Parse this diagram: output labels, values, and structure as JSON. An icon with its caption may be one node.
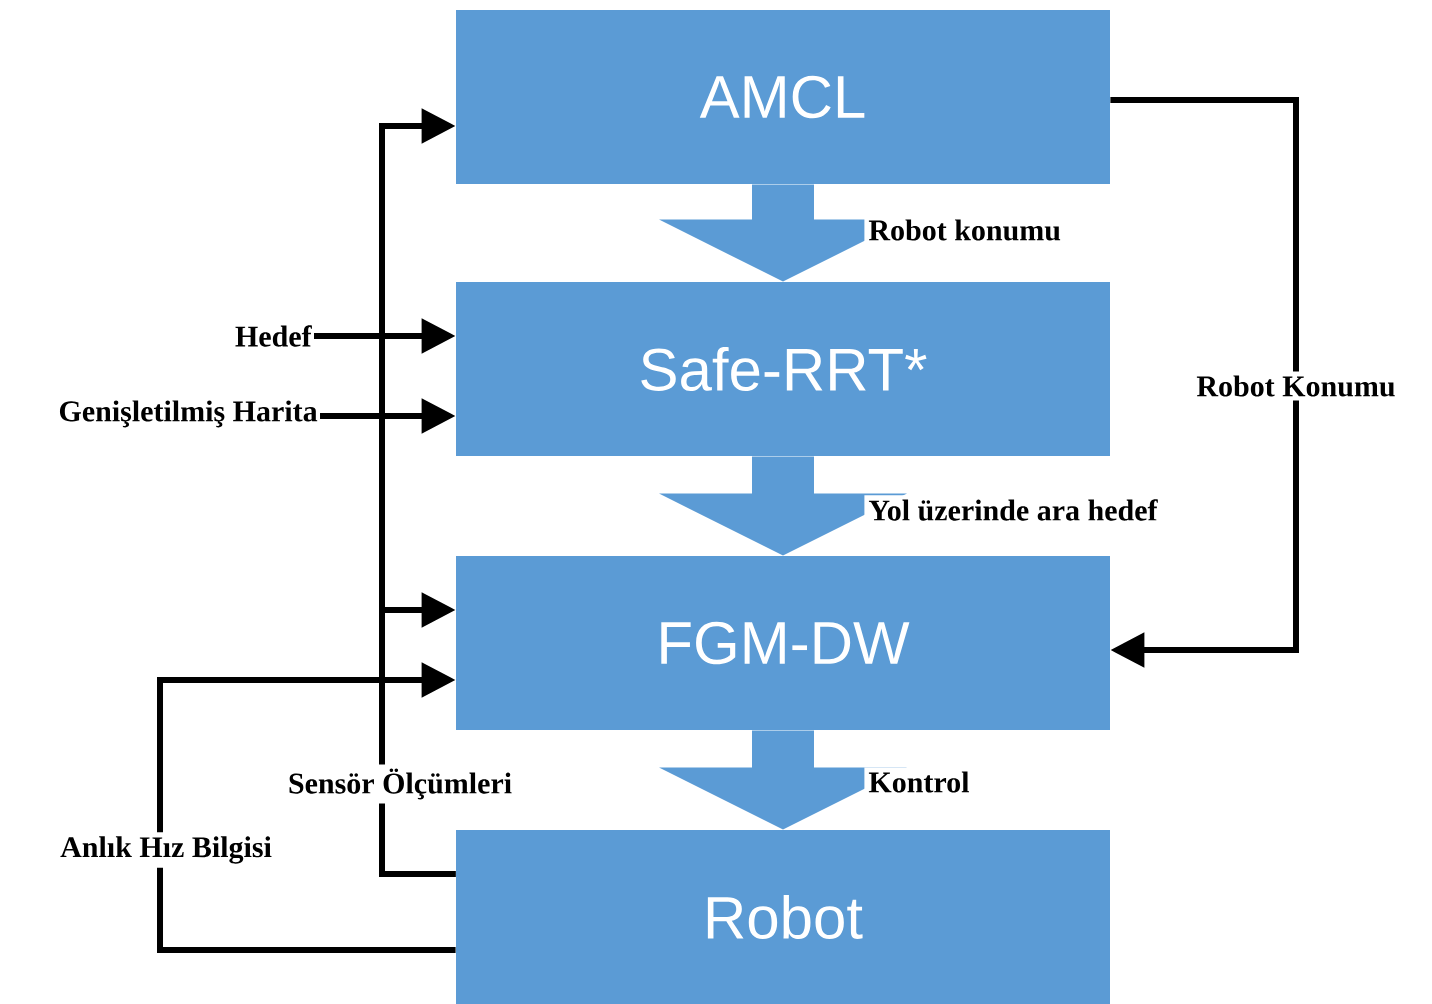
{
  "diagram": {
    "nodes": [
      {
        "text": [
          "AMCL"
        ]
      },
      {
        "text": [
          "Safe-RRT*"
        ]
      },
      {
        "text": [
          "FGM-DW"
        ]
      },
      {
        "text": [
          "Robot"
        ]
      },
      {
        "text": [
          "Hedef"
        ]
      },
      {
        "text": [
          "Genişletilmiş Harita"
        ]
      }
    ],
    "edges": [
      {
        "from": 0,
        "to": 1,
        "arrow": "to",
        "label": "Robot konumu",
        "style": "thick",
        "color": "#5b9bd5"
      },
      {
        "from": 1,
        "to": 2,
        "arrow": "to",
        "label": "Yol üzerinde ara hedef",
        "style": "thick",
        "color": "#5b9bd5"
      },
      {
        "from": 2,
        "to": 3,
        "arrow": "to",
        "label": "Kontrol",
        "style": "thick",
        "color": "#5b9bd5"
      },
      {
        "from": 0,
        "to": 2,
        "arrow": "to",
        "label": "Robot Konumu"
      },
      {
        "from": 3,
        "to": 0,
        "arrow": "to",
        "label": "Sensör Ölçümleri"
      },
      {
        "from": 3,
        "to": 2,
        "arrow": "to"
      },
      {
        "from": 4,
        "to": 1,
        "arrow": "to"
      },
      {
        "from": 5,
        "to": 1,
        "arrow": "to"
      },
      {
        "from": 3,
        "to": 2,
        "arrow": "to",
        "label": "Anlık Hız Bilgisi"
      }
    ]
  }
}
